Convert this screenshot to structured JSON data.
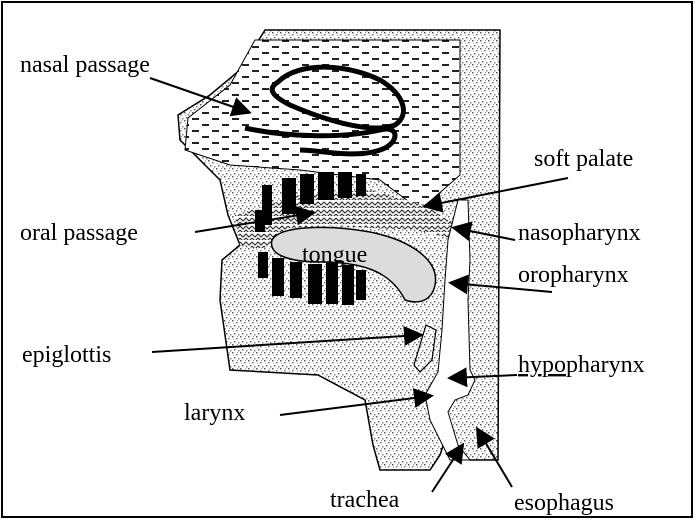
{
  "labels": {
    "nasal_passage": "nasal passage",
    "soft_palate": "soft palate",
    "oral_passage": "oral passage",
    "nasopharynx": "nasopharynx",
    "tongue": "tongue",
    "oropharynx": "oropharynx",
    "epiglottis": "epiglottis",
    "hypopharynx_underlined": "hypo",
    "hypopharynx_rest": "pharynx",
    "larynx": "larynx",
    "trachea": "trachea",
    "esophagus": "esophagus"
  },
  "colors": {
    "border": "#000000",
    "tissue_dots": "#777777",
    "nasal_fill": "#ffffff",
    "tongue_fill": "#dcdcdc",
    "teeth": "#000000"
  }
}
